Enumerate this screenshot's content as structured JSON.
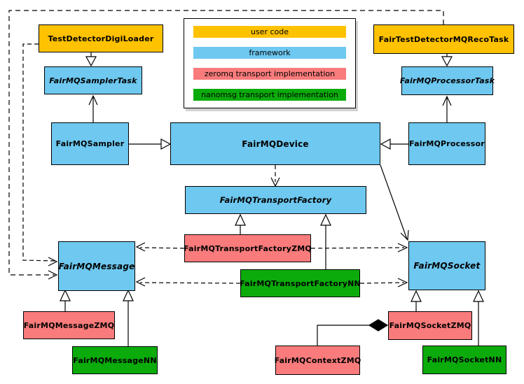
{
  "legend": {
    "items": [
      {
        "label": "user code",
        "color": "#FFC200"
      },
      {
        "label": "framework",
        "color": "#6EC8F0"
      },
      {
        "label": "zeromq transport implementation",
        "color": "#F97B7B"
      },
      {
        "label": "nanomsg transport implementation",
        "color": "#0BAB0B"
      }
    ]
  },
  "nodes": {
    "digiloader": {
      "label": "TestDetectorDigiLoader",
      "category": "user code",
      "abstract": false
    },
    "samplertask": {
      "label": "FairMQSamplerTask",
      "category": "framework",
      "abstract": true
    },
    "recotask": {
      "label": "FairTestDetectorMQRecoTask",
      "category": "user code",
      "abstract": false
    },
    "processortask": {
      "label": "FairMQProcessorTask",
      "category": "framework",
      "abstract": true
    },
    "sampler": {
      "label": "FairMQSampler",
      "category": "framework",
      "abstract": false
    },
    "device": {
      "label": "FairMQDevice",
      "category": "framework",
      "abstract": false
    },
    "processor": {
      "label": "FairMQProcessor",
      "category": "framework",
      "abstract": false
    },
    "transportfactory": {
      "label": "FairMQTransportFactory",
      "category": "framework",
      "abstract": true
    },
    "tfzmq": {
      "label": "FairMQTransportFactoryZMQ",
      "category": "zeromq transport implementation",
      "abstract": false
    },
    "tfnn": {
      "label": "FairMQTransportFactoryNN",
      "category": "nanomsg transport implementation",
      "abstract": false
    },
    "message": {
      "label": "FairMQMessage",
      "category": "framework",
      "abstract": true
    },
    "socket": {
      "label": "FairMQSocket",
      "category": "framework",
      "abstract": true
    },
    "messagezmq": {
      "label": "FairMQMessageZMQ",
      "category": "zeromq transport implementation",
      "abstract": false
    },
    "messagenn": {
      "label": "FairMQMessageNN",
      "category": "nanomsg transport implementation",
      "abstract": false
    },
    "contextzmq": {
      "label": "FairMQContextZMQ",
      "category": "zeromq transport implementation",
      "abstract": false
    },
    "socketzmq": {
      "label": "FairMQSocketZMQ",
      "category": "zeromq transport implementation",
      "abstract": false
    },
    "socketnn": {
      "label": "FairMQSocketNN",
      "category": "nanomsg transport implementation",
      "abstract": false
    }
  },
  "edges": [
    {
      "from": "TestDetectorDigiLoader",
      "to": "FairMQSamplerTask",
      "kind": "inheritance"
    },
    {
      "from": "FairMQSampler",
      "to": "FairMQSamplerTask",
      "kind": "association"
    },
    {
      "from": "FairTestDetectorMQRecoTask",
      "to": "FairMQProcessorTask",
      "kind": "inheritance"
    },
    {
      "from": "FairMQProcessor",
      "to": "FairMQProcessorTask",
      "kind": "association"
    },
    {
      "from": "FairMQSampler",
      "to": "FairMQDevice",
      "kind": "inheritance"
    },
    {
      "from": "FairMQProcessor",
      "to": "FairMQDevice",
      "kind": "inheritance"
    },
    {
      "from": "FairMQDevice",
      "to": "FairMQTransportFactory",
      "kind": "dashed-dependency"
    },
    {
      "from": "FairMQDevice",
      "to": "FairMQSocket",
      "kind": "association"
    },
    {
      "from": "FairMQTransportFactoryZMQ",
      "to": "FairMQTransportFactory",
      "kind": "inheritance"
    },
    {
      "from": "FairMQTransportFactoryNN",
      "to": "FairMQTransportFactory",
      "kind": "inheritance"
    },
    {
      "from": "FairMQTransportFactoryZMQ",
      "to": "FairMQMessage",
      "kind": "dashed-dependency"
    },
    {
      "from": "FairMQTransportFactoryZMQ",
      "to": "FairMQSocket",
      "kind": "dashed-dependency"
    },
    {
      "from": "FairMQTransportFactoryNN",
      "to": "FairMQMessage",
      "kind": "dashed-dependency"
    },
    {
      "from": "FairMQTransportFactoryNN",
      "to": "FairMQSocket",
      "kind": "dashed-dependency"
    },
    {
      "from": "TestDetectorDigiLoader",
      "to": "FairMQMessage",
      "kind": "dashed-dependency"
    },
    {
      "from": "FairTestDetectorMQRecoTask",
      "to": "FairMQMessage",
      "kind": "dashed-dependency"
    },
    {
      "from": "FairMQMessageZMQ",
      "to": "FairMQMessage",
      "kind": "inheritance"
    },
    {
      "from": "FairMQMessageNN",
      "to": "FairMQMessage",
      "kind": "inheritance"
    },
    {
      "from": "FairMQSocketZMQ",
      "to": "FairMQSocket",
      "kind": "inheritance"
    },
    {
      "from": "FairMQSocketNN",
      "to": "FairMQSocket",
      "kind": "inheritance"
    },
    {
      "from": "FairMQContextZMQ",
      "to": "FairMQSocketZMQ",
      "kind": "composition"
    }
  ]
}
